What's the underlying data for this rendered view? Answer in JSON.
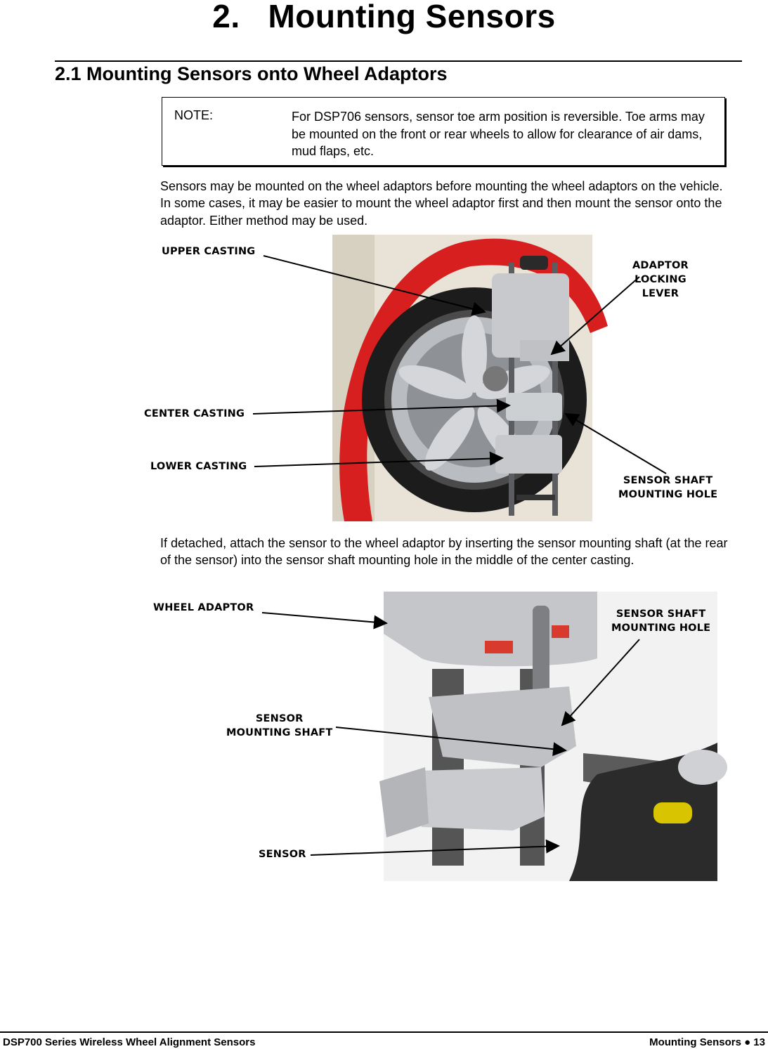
{
  "page": {
    "chapter_title": "2.   Mounting Sensors",
    "section_heading": "2.1 Mounting Sensors onto Wheel Adaptors"
  },
  "note": {
    "label": "NOTE:",
    "text": "For DSP706 sensors, sensor toe arm position is reversible. Toe arms may be mounted on the front or rear wheels to allow for clearance of air dams, mud flaps, etc."
  },
  "paragraphs": {
    "intro": "Sensors may be mounted on the wheel adaptors before mounting the wheel adaptors on the vehicle. In some cases, it may be easier to mount the wheel adaptor first and then mount the sensor onto the adaptor. Either method may be used.",
    "attach": "If detached, attach the sensor to the wheel adaptor by inserting the sensor mounting shaft (at the rear of the sensor) into the sensor shaft mounting hole in the middle of the center casting."
  },
  "figure1": {
    "labels": {
      "upper_casting": "UPPER CASTING",
      "adaptor_locking_lever": "ADAPTOR\nLOCKING\nLEVER",
      "center_casting": "CENTER CASTING",
      "lower_casting": "LOWER CASTING",
      "sensor_shaft_mounting_hole": "SENSOR SHAFT\nMOUNTING HOLE"
    },
    "colors": {
      "fender": "#d81f1f",
      "tire": "#1c1c1c",
      "rim": "#b9bcc0",
      "adaptor": "#c7c9cc"
    }
  },
  "figure2": {
    "labels": {
      "wheel_adaptor": "WHEEL ADAPTOR",
      "sensor_shaft_mounting_hole": "SENSOR SHAFT\nMOUNTING HOLE",
      "sensor_mounting_shaft": "SENSOR\nMOUNTING SHAFT",
      "sensor": "SENSOR"
    },
    "colors": {
      "adaptor": "#c4c6c9",
      "sensor_body": "#2b2b2b",
      "bubble_level": "#d8c400",
      "tab": "#d83a2e"
    }
  },
  "footer": {
    "left": "DSP700 Series Wireless Wheel Alignment Sensors",
    "right": "Mounting Sensors ● 13"
  }
}
